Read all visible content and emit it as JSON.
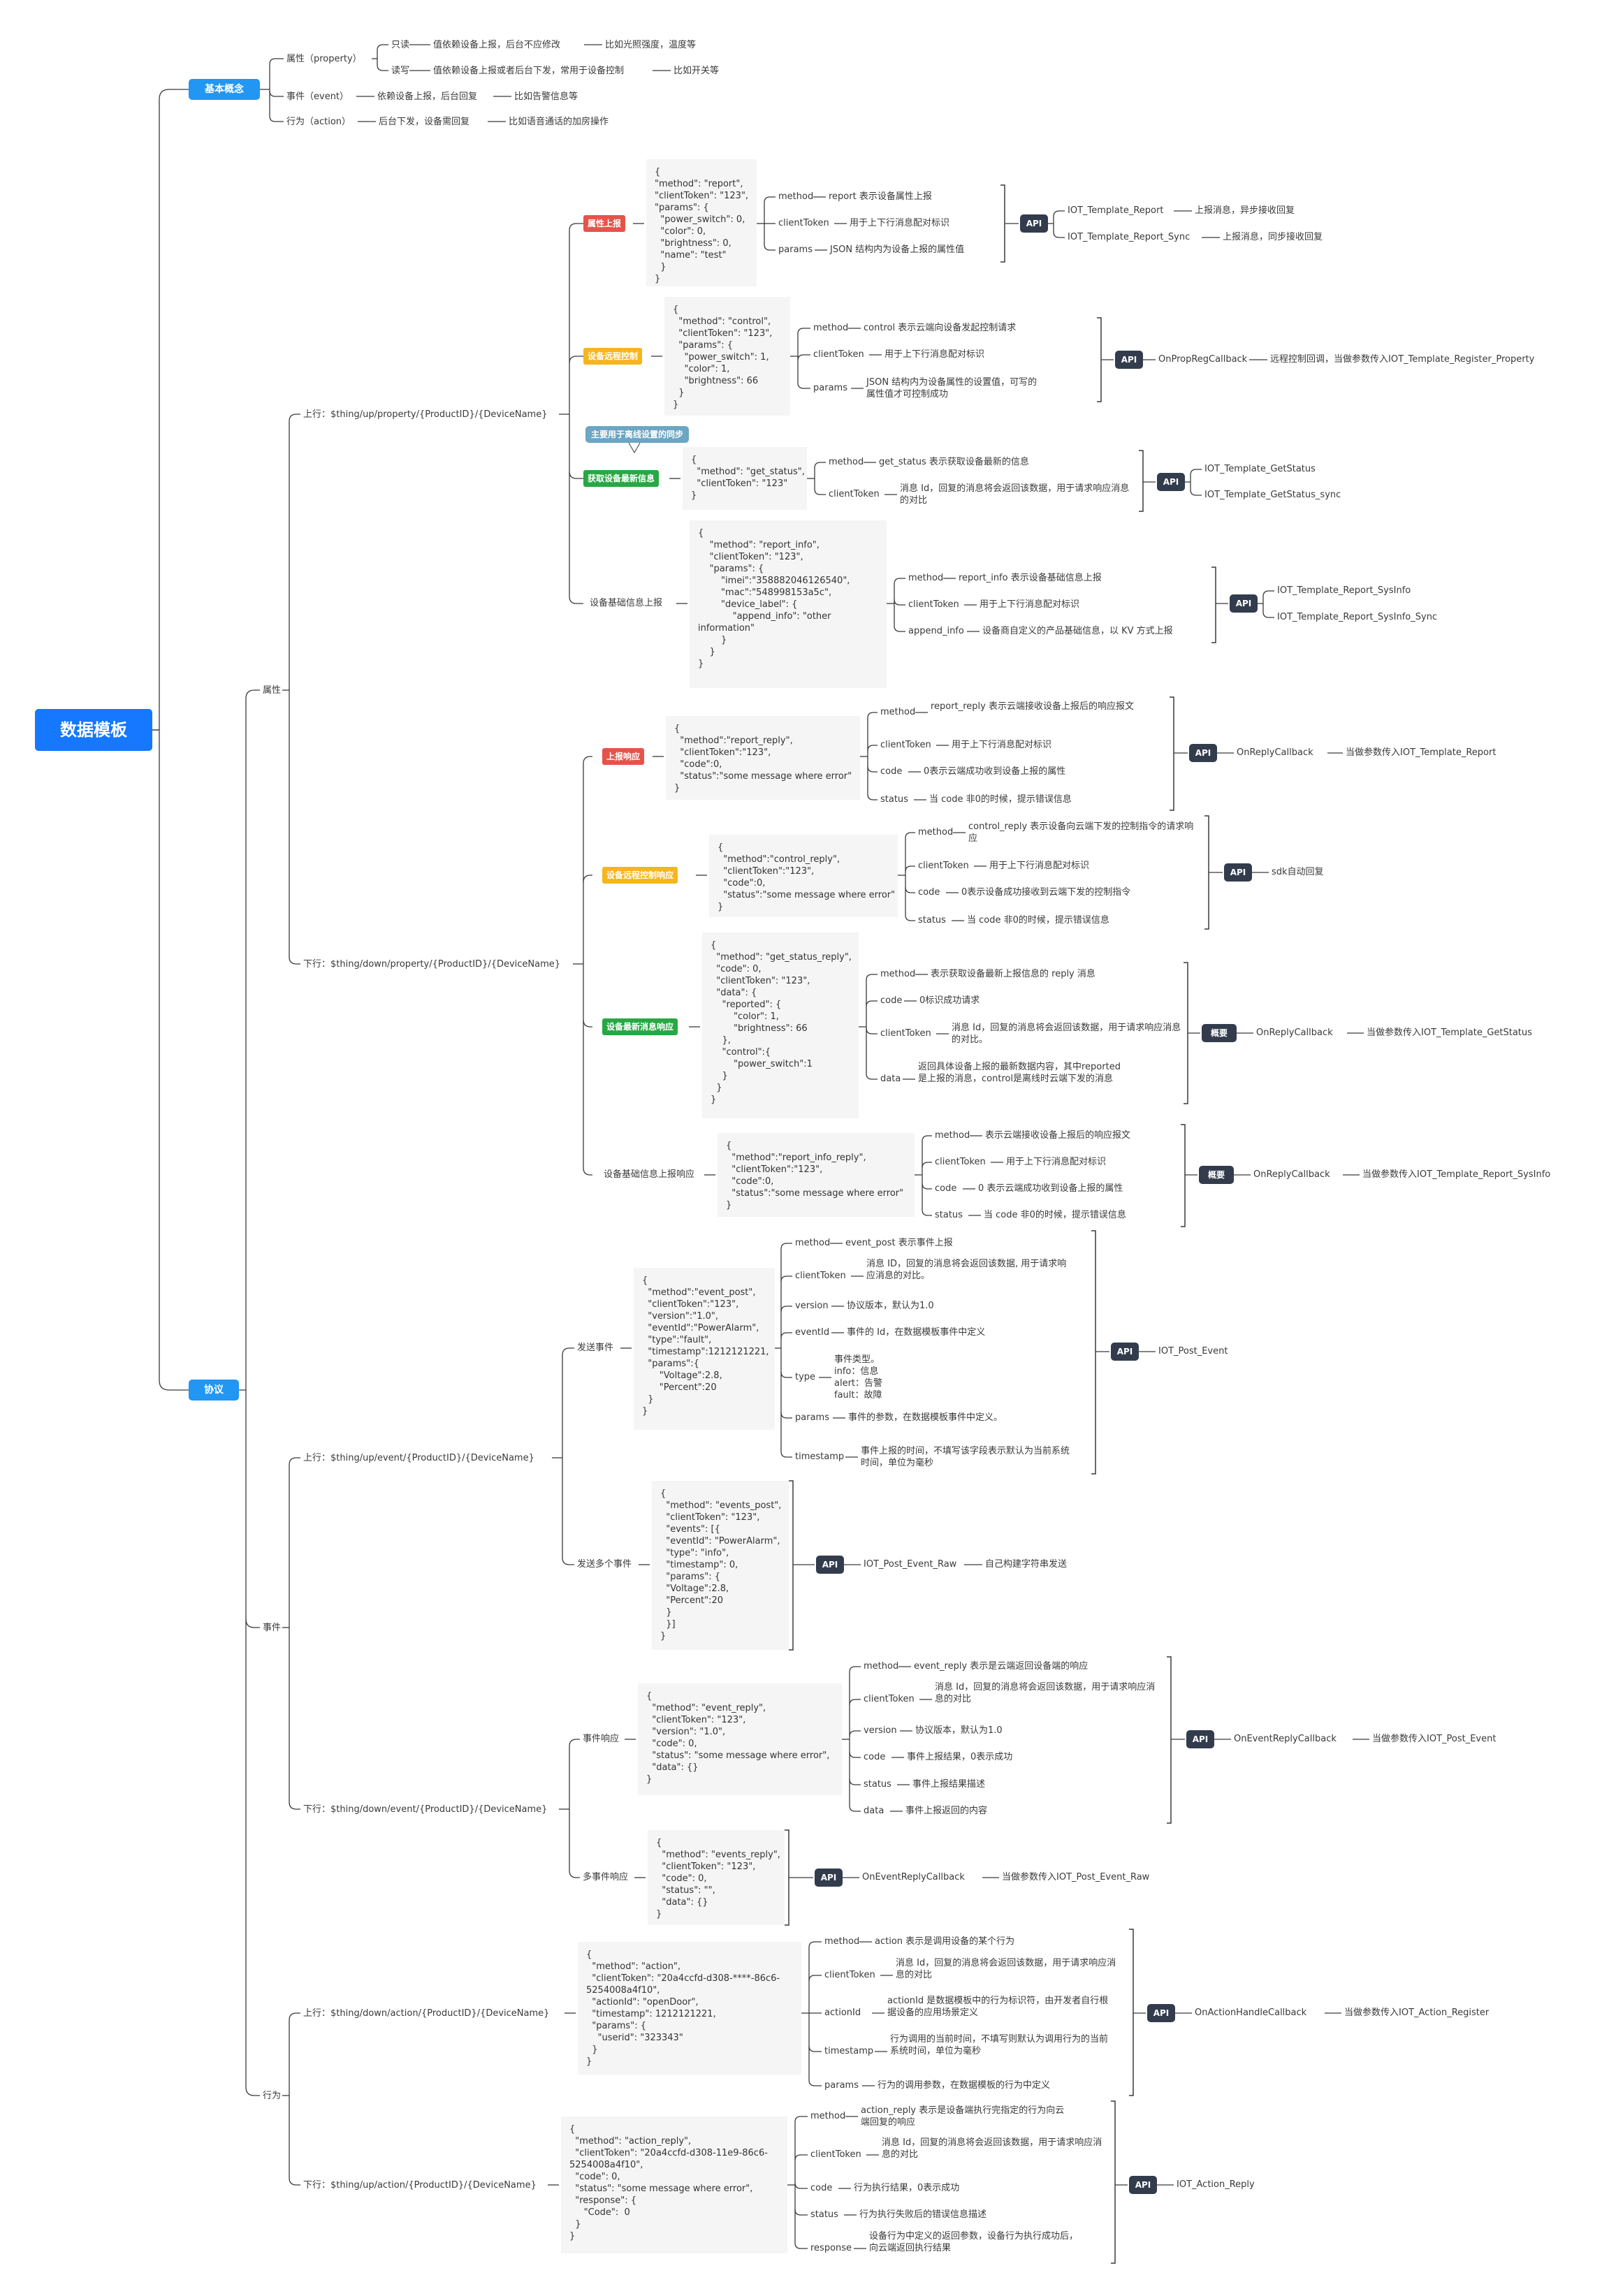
{
  "colors": {
    "root": "#1677ff",
    "section": "#2196f3",
    "red": "#e5534b",
    "yellow": "#f5b51d",
    "green": "#27a844",
    "api": "#323c4d",
    "line": "#3a3a3a",
    "code_bg": "#f5f5f5",
    "callout": "#6ba6c2"
  },
  "root": "数据模板",
  "basic": {
    "title": "基本概念",
    "property": "属性（property）",
    "readonly": "只读",
    "readonly_desc": "值依赖设备上报，后台不应修改",
    "readonly_ex": "比如光照强度，温度等",
    "readwrite": "读写",
    "readwrite_desc": "值依赖设备上报或者后台下发，常用于设备控制",
    "readwrite_ex": "比如开关等",
    "event": "事件（event）",
    "event_desc": "依赖设备上报，后台回复",
    "event_ex": "比如告警信息等",
    "action": "行为（action）",
    "action_desc": "后台下发，设备需回复",
    "action_ex": "比如语音通话的加房操作"
  },
  "protocol": {
    "title": "协议",
    "attr": "属性",
    "event": "事件",
    "action": "行为"
  },
  "attr_up": {
    "topic": "上行：$thing/up/property/{ProductID}/{DeviceName}",
    "report": {
      "tag": "属性上报",
      "code": "{\n\"method\": \"report\",\n\"clientToken\": \"123\",\n\"params\": {\n  \"power_switch\": 0,\n  \"color\": 0,\n  \"brightness\": 0,\n  \"name\": \"test\"\n  }\n}",
      "f1k": "method",
      "f1v": "report 表示设备属性上报",
      "f2k": "clientToken",
      "f2v": "用于上下行消息配对标识",
      "f3k": "params",
      "f3v": "JSON 结构内为设备上报的属性值",
      "api1": "IOT_Template_Report",
      "api1d": "上报消息，异步接收回复",
      "api2": "IOT_Template_Report_Sync",
      "api2d": "上报消息，同步接收回复"
    },
    "control": {
      "tag": "设备远程控制",
      "code": "{\n  \"method\": \"control\",\n  \"clientToken\": \"123\",\n  \"params\": {\n    \"power_switch\": 1,\n    \"color\": 1,\n    \"brightness\": 66\n  }\n}",
      "f1k": "method",
      "f1v": "control 表示云端向设备发起控制请求",
      "f2k": "clientToken",
      "f2v": "用于上下行消息配对标识",
      "f3k": "params",
      "f3v": "JSON 结构内为设备属性的设置值，可写的属性值才可控制成功",
      "api1": "OnPropRegCallback",
      "api1d": "远程控制回调，当做参数传入IOT_Template_Register_Property"
    },
    "getstatus": {
      "tag": "获取设备最新信息",
      "callout": "主要用于离线设置的同步",
      "code": "{\n  \"method\": \"get_status\",\n  \"clientToken\": \"123\"\n}",
      "f1k": "method",
      "f1v": "get_status 表示获取设备最新的信息",
      "f2k": "clientToken",
      "f2v": "消息 Id，回复的消息将会返回该数据，用于请求响应消息的对比",
      "api1": "IOT_Template_GetStatus",
      "api2": "IOT_Template_GetStatus_sync"
    },
    "info": {
      "tag": "设备基础信息上报",
      "code": "{\n    \"method\": \"report_info\",\n    \"clientToken\": \"123\",\n    \"params\": {\n        \"imei\":\"358882046126540\",\n        \"mac\":\"548998153a5c\",\n        \"device_label\": {\n            \"append_info\": \"other\ninformation\"\n        }\n    }\n}",
      "f1k": "method",
      "f1v": "report_info 表示设备基础信息上报",
      "f2k": "clientToken",
      "f2v": "用于上下行消息配对标识",
      "f3k": "append_info",
      "f3v": "设备商自定义的产品基础信息，以 KV 方式上报",
      "api1": "IOT_Template_Report_SysInfo",
      "api2": "IOT_Template_Report_SysInfo_Sync"
    }
  },
  "attr_down": {
    "topic": "下行：$thing/down/property/{ProductID}/{DeviceName}",
    "reply": {
      "tag": "上报响应",
      "code": "{\n  \"method\":\"report_reply\",\n  \"clientToken\":\"123\",\n  \"code\":0,\n  \"status\":\"some message where error\"\n}",
      "f1k": "method",
      "f1v": "report_reply 表示云端接收设备上报后的响应报文",
      "f2k": "clientToken",
      "f2v": "用于上下行消息配对标识",
      "f3k": "code",
      "f3v": "0表示云端成功收到设备上报的属性",
      "f4k": "status",
      "f4v": "当 code 非0的时候，提示错误信息",
      "api1": "OnReplyCallback",
      "api1d": "当做参数传入IOT_Template_Report"
    },
    "controlreply": {
      "tag": "设备远程控制响应",
      "code": "{\n  \"method\":\"control_reply\",\n  \"clientToken\":\"123\",\n  \"code\":0,\n  \"status\":\"some message where error\"\n}",
      "f1k": "method",
      "f1v": "control_reply 表示设备向云端下发的控制指令的请求响应",
      "f2k": "clientToken",
      "f2v": "用于上下行消息配对标识",
      "f3k": "code",
      "f3v": "0表示设备成功接收到云端下发的控制指令",
      "f4k": "status",
      "f4v": "当 code 非0的时候，提示错误信息",
      "api1": "sdk自动回复"
    },
    "statusreply": {
      "tag": "设备最新消息响应",
      "code": "{\n  \"method\": \"get_status_reply\",\n  \"code\": 0,\n  \"clientToken\": \"123\",\n  \"data\": {\n    \"reported\": {\n        \"color\": 1,\n        \"brightness\": 66\n    },\n    \"control\":{\n        \"power_switch\":1\n    }\n  }\n}",
      "f1k": "method",
      "f1v": "表示获取设备最新上报信息的 reply 消息",
      "f2k": "code",
      "f2v": "0标识成功请求",
      "f3k": "clientToken",
      "f3v": "消息 Id，回复的消息将会返回该数据，用于请求响应消息的对比。",
      "f4k": "data",
      "f4v": "返回具体设备上报的最新数据内容，其中reported是上报的消息，control是离线时云端下发的消息",
      "badge": "概要",
      "api1": "OnReplyCallback",
      "api1d": "当做参数传入IOT_Template_GetStatus"
    },
    "inforeply": {
      "tag": "设备基础信息上报响应",
      "code": "{\n  \"method\":\"report_info_reply\",\n  \"clientToken\":\"123\",\n  \"code\":0,\n  \"status\":\"some message where error\"\n}",
      "f1k": "method",
      "f1v": "表示云端接收设备上报后的响应报文",
      "f2k": "clientToken",
      "f2v": "用于上下行消息配对标识",
      "f3k": "code",
      "f3v": "0 表示云端成功收到设备上报的属性",
      "f4k": "status",
      "f4v": "当 code 非0的时候，提示错误信息",
      "badge": "概要",
      "api1": "OnReplyCallback",
      "api1d": "当做参数传入IOT_Template_Report_SysInfo"
    }
  },
  "event_up": {
    "topic": "上行：$thing/up/event/{ProductID}/{DeviceName}",
    "send": {
      "label": "发送事件",
      "code": "{\n  \"method\":\"event_post\",\n  \"clientToken\":\"123\",\n  \"version\":\"1.0\",\n  \"eventId\":\"PowerAlarm\",\n  \"type\":\"fault\",\n  \"timestamp\":1212121221,\n  \"params\":{\n      \"Voltage\":2.8,\n      \"Percent\":20\n  }\n}",
      "f1k": "method",
      "f1v": "event_post 表示事件上报",
      "f2k": "clientToken",
      "f2v": "消息 ID，回复的消息将会返回该数据, 用于请求响应消息的对比。",
      "f3k": "version",
      "f3v": "协议版本，默认为1.0",
      "f4k": "eventId",
      "f4v": "事件的 Id，在数据模板事件中定义",
      "f5k": "type",
      "f5v": "事件类型。\ninfo：信息\nalert：告警\nfault：故障",
      "f6k": "params",
      "f6v": "事件的参数，在数据模板事件中定义。",
      "f7k": "timestamp",
      "f7v": "事件上报的时间，不填写该字段表示默认为当前系统时间，单位为毫秒",
      "api1": "IOT_Post_Event"
    },
    "multi": {
      "label": "发送多个事件",
      "code": "{\n  \"method\": \"events_post\",\n  \"clientToken\": \"123\",\n  \"events\": [{\n  \"eventId\": \"PowerAlarm\",\n  \"type\": \"info\",\n  \"timestamp\": 0,\n  \"params\": {\n  \"Voltage\":2.8,\n  \"Percent\":20\n  }\n  }]\n}",
      "api1": "IOT_Post_Event_Raw",
      "api1d": "自己构建字符串发送"
    }
  },
  "event_down": {
    "topic": "下行：$thing/down/event/{ProductID}/{DeviceName}",
    "reply": {
      "label": "事件响应",
      "code": "{\n  \"method\": \"event_reply\",\n  \"clientToken\": \"123\",\n  \"version\": \"1.0\",\n  \"code\": 0,\n  \"status\": \"some message where error\",\n  \"data\": {}\n}",
      "f1k": "method",
      "f1v": "event_reply 表示是云端返回设备端的响应",
      "f2k": "clientToken",
      "f2v": "消息 Id，回复的消息将会返回该数据，用于请求响应消息的对比",
      "f3k": "version",
      "f3v": "协议版本，默认为1.0",
      "f4k": "code",
      "f4v": "事件上报结果，0表示成功",
      "f5k": "status",
      "f5v": "事件上报结果描述",
      "f6k": "data",
      "f6v": "事件上报返回的内容",
      "api1": "OnEventReplyCallback",
      "api1d": "当做参数传入IOT_Post_Event"
    },
    "multi": {
      "label": "多事件响应",
      "code": "{\n  \"method\": \"events_reply\",\n  \"clientToken\": \"123\",\n  \"code\": 0,\n  \"status\": \"\",\n  \"data\": {}\n}",
      "api1": "OnEventReplyCallback",
      "api1d": "当做参数传入IOT_Post_Event_Raw"
    }
  },
  "action_up": {
    "topic": "上行：$thing/down/action/{ProductID}/{DeviceName}",
    "code": "{\n  \"method\": \"action\",\n  \"clientToken\": \"20a4ccfd-d308-****-86c6-\n5254008a4f10\",\n  \"actionId\": \"openDoor\",\n  \"timestamp\": 1212121221,\n  \"params\": {\n    \"userid\": \"323343\"\n  }\n}",
    "f1k": "method",
    "f1v": "action 表示是调用设备的某个行为",
    "f2k": "clientToken",
    "f2v": "消息 Id，回复的消息将会返回该数据，用于请求响应消息的对比",
    "f3k": "actionId",
    "f3v": "actionId 是数据模板中的行为标识符，由开发者自行根据设备的应用场景定义",
    "f4k": "timestamp",
    "f4v": "行为调用的当前时间，不填写则默认为调用行为的当前系统时间，单位为毫秒",
    "f5k": "params",
    "f5v": "行为的调用参数，在数据模板的行为中定义",
    "api1": "OnActionHandleCallback",
    "api1d": "当做参数传入IOT_Action_Register"
  },
  "action_down": {
    "topic": "下行：$thing/up/action/{ProductID}/{DeviceName}",
    "code": "{\n  \"method\": \"action_reply\",\n  \"clientToken\": \"20a4ccfd-d308-11e9-86c6-\n5254008a4f10\",\n  \"code\": 0,\n  \"status\": \"some message where error\",\n  \"response\": {\n     \"Code\":  0\n  }\n}",
    "f1k": "method",
    "f1v": "action_reply 表示是设备端执行完指定的行为向云端回复的响应",
    "f2k": "clientToken",
    "f2v": "消息 Id，回复的消息将会返回该数据，用于请求响应消息的对比",
    "f3k": "code",
    "f3v": "行为执行结果，0表示成功",
    "f4k": "status",
    "f4v": "行为执行失败后的错误信息描述",
    "f5k": "response",
    "f5v": "设备行为中定义的返回参数，设备行为执行成功后，向云端返回执行结果",
    "api1": "IOT_Action_Reply"
  },
  "api_label": "API"
}
